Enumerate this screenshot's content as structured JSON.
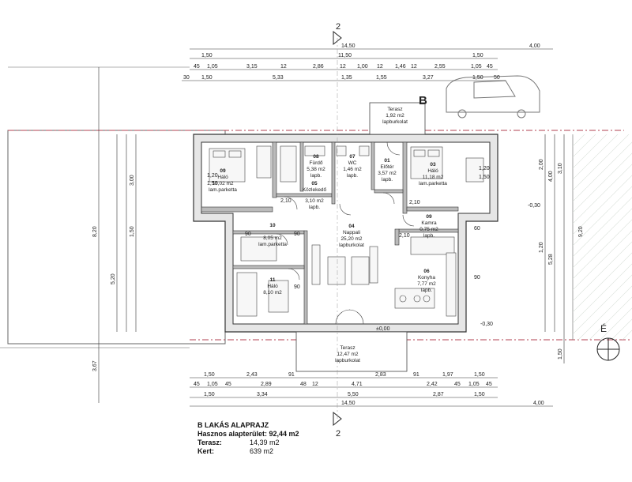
{
  "caption": {
    "title": "B LAKÁS ALAPRAJZ",
    "useful_area": "Hasznos alapterület: 92,44 m2",
    "terrace_label": "Terasz:",
    "terrace_value": "14,39 m2",
    "garden_label": "Kert:",
    "garden_value": "639 m2"
  },
  "building_label": "B",
  "section_marks": [
    "2",
    "2"
  ],
  "compass": "É",
  "rooms": [
    {
      "num": "09",
      "name": "Háló",
      "area": "13,02 m2",
      "floor": "lam.parketta"
    },
    {
      "num": "08",
      "name": "Fürdő",
      "area": "5,38 m2",
      "floor": "lapb."
    },
    {
      "num": "07",
      "name": "WC",
      "area": "1,46 m2",
      "floor": "lapb."
    },
    {
      "num": "01",
      "name": "Előtér",
      "area": "3,57 m2",
      "floor": "lapb."
    },
    {
      "num": "03",
      "name": "Háló",
      "area": "11,18 m2",
      "floor": "lam.parketta"
    },
    {
      "num": "05",
      "name": "Közlekedő",
      "area": "3,10 m2",
      "floor": "lapb."
    },
    {
      "num": "09",
      "name": "Kamra",
      "area": "0,75 m2",
      "floor": "lapb."
    },
    {
      "num": "10",
      "name": "",
      "area": "8,05 m2",
      "floor": "lam.parketta"
    },
    {
      "num": "04",
      "name": "Nappali",
      "area": "25,20 m2",
      "floor": "lapburkolat"
    },
    {
      "num": "11",
      "name": "Háló",
      "area": "8,10 m2",
      "floor": ""
    },
    {
      "num": "06",
      "name": "Konyha",
      "area": "7,77 m2",
      "floor": "lapb."
    }
  ],
  "terraces": [
    {
      "name": "Terasz",
      "area": "1,92 m2",
      "floor": "lapburkolat"
    },
    {
      "name": "Terasz",
      "area": "12,47 m2",
      "floor": "lapburkolat"
    }
  ],
  "dims_top": {
    "r1": [
      "14,50",
      "4,00"
    ],
    "r2": [
      "1,50",
      "11,50",
      "1,50"
    ],
    "r3": [
      "45",
      "1,05",
      "3,15",
      "12",
      "2,86",
      "12",
      "1,00",
      "12",
      "1,46",
      "12",
      "2,55",
      "1,05",
      "45"
    ],
    "r4": [
      "30",
      "1,50",
      "5,33",
      "1,35",
      "1,55",
      "3,27",
      "1,50",
      "50"
    ]
  },
  "dims_bottom": {
    "r1": [
      "1,50",
      "2,43",
      "91",
      "2,83",
      "91",
      "1,97",
      "1,50"
    ],
    "r2": [
      "45",
      "1,05",
      "45",
      "2,89",
      "48",
      "12",
      "4,71",
      "2,42",
      "45",
      "1,05",
      "45"
    ],
    "r3": [
      "1,50",
      "3,34",
      "5,50",
      "2,87",
      "1,50"
    ],
    "r4": [
      "14,50",
      "4,00"
    ]
  },
  "dims_left": [
    "8,20",
    "5,20",
    "3,00",
    "1,50",
    "3,67"
  ],
  "dims_right": [
    "2,00",
    "4,00",
    "3,10",
    "1,20",
    "5,28",
    "9,20",
    "1,50"
  ],
  "levels": [
    "-0,30",
    "±0,00",
    "-0,30"
  ],
  "misc": [
    "1,20",
    "1,50",
    "1,20",
    "1,50",
    "2,10",
    "2,10",
    "90",
    "90",
    "60",
    "90",
    "2,10",
    "90"
  ]
}
